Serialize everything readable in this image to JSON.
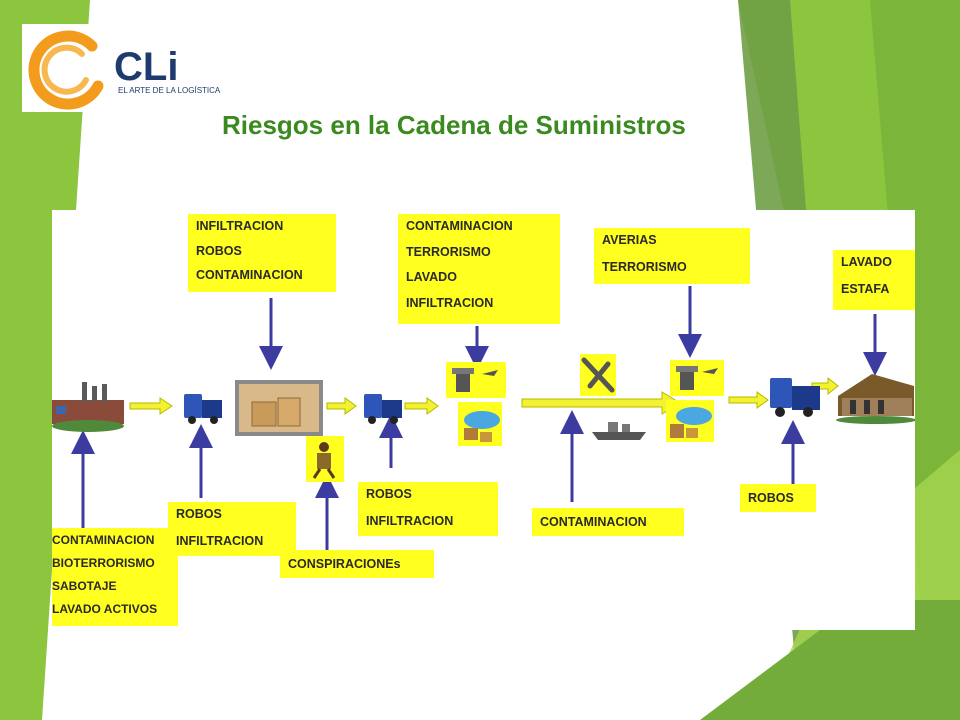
{
  "header": {
    "logo_text": "EL ARTE DE LA LOGÍSTICA",
    "logo_brand": "CLi",
    "title": "Riesgos en la Cadena de Suministros"
  },
  "risks": {
    "factory_below": [
      "CONTAMINACION",
      "BIOTERRORISMO",
      "SABOTAJE",
      "LAVADO ACTIVOS"
    ],
    "truck1_below": [
      "ROBOS",
      "INFILTRACION"
    ],
    "warehouse_above": [
      "INFILTRACION",
      "ROBOS",
      "CONTAMINACION"
    ],
    "courier_below": [
      "CONSPIRACIONEs"
    ],
    "truck2_below": [
      "ROBOS",
      "INFILTRACION"
    ],
    "airport_above": [
      "CONTAMINACION",
      "TERRORISMO",
      "LAVADO",
      "INFILTRACION"
    ],
    "transit_below": [
      "CONTAMINACION"
    ],
    "port_above": [
      "AVERIAS",
      "TERRORISMO"
    ],
    "truck3_below": [
      "ROBOS"
    ],
    "destination_above": [
      "LAVADO",
      "ESTAFA"
    ]
  },
  "colors": {
    "box": "#ffff20",
    "arrow_flow": "#f2f230",
    "arrow_risk": "#3b3ba0",
    "title": "#3a8a1f",
    "green_light": "#8cc63f",
    "green_dark": "#6fa842"
  },
  "icons": [
    "factory-icon",
    "truck-icon",
    "warehouse-icon",
    "courier-icon",
    "airport-icon",
    "airplane-icon",
    "ship-icon",
    "building-icon"
  ]
}
